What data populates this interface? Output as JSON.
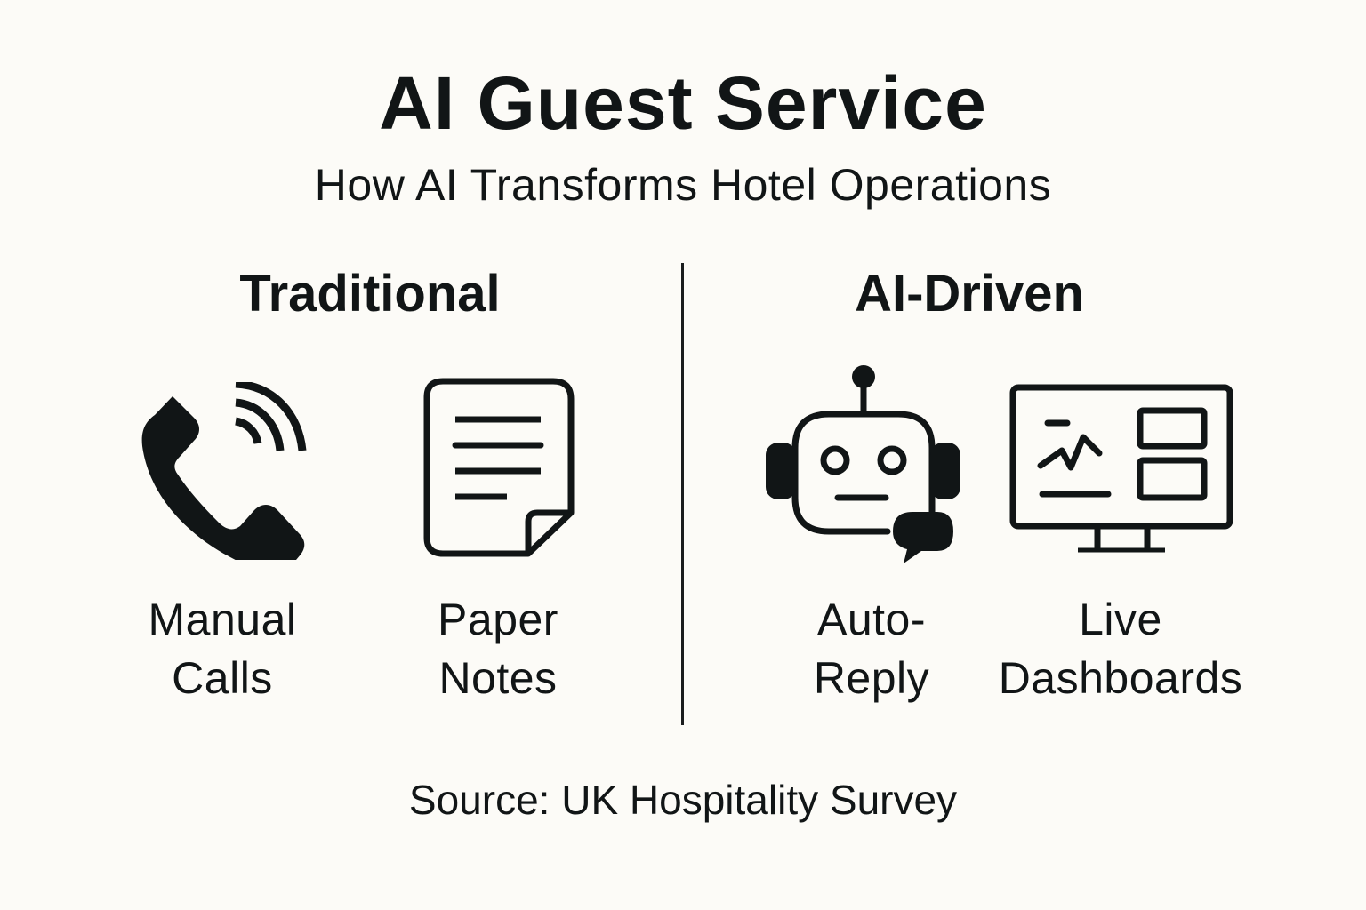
{
  "header": {
    "title": "AI Guest Service",
    "subtitle": "How AI Transforms Hotel Operations"
  },
  "columns": [
    {
      "heading": "Traditional",
      "items": [
        {
          "icon": "phone-icon",
          "line1": "Manual",
          "line2": "Calls"
        },
        {
          "icon": "document-icon",
          "line1": "Paper",
          "line2": "Notes"
        }
      ]
    },
    {
      "heading": "AI-Driven",
      "items": [
        {
          "icon": "robot-headset-icon",
          "line1": "Auto-",
          "line2": "Reply"
        },
        {
          "icon": "dashboard-monitor-icon",
          "line1": "Live",
          "line2": "Dashboards"
        }
      ]
    }
  ],
  "footer": {
    "source": "Source: UK Hospitality Survey"
  },
  "colors": {
    "background": "#fcfbf7",
    "ink": "#111516"
  }
}
